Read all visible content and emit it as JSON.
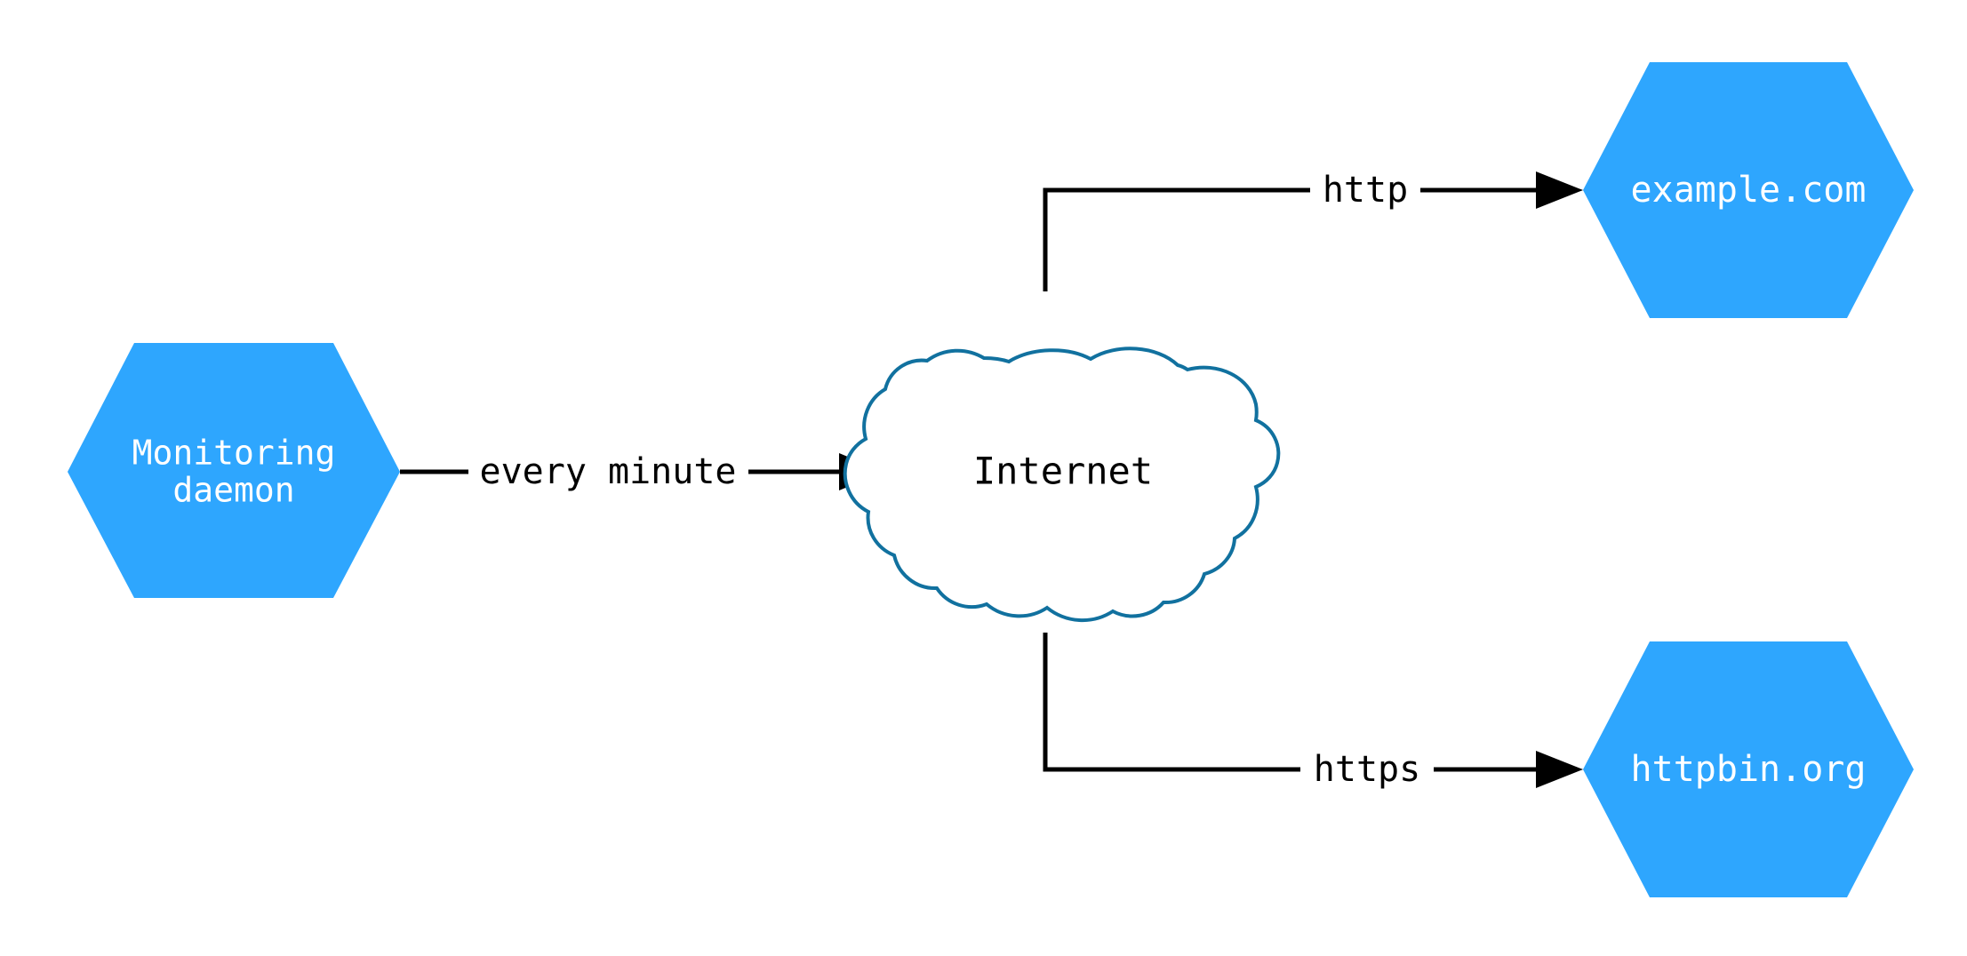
{
  "diagram": {
    "type": "network-flow-diagram",
    "background_color": "#ffffff",
    "node_fill_color": "#2ea6fe",
    "node_text_color": "#ffffff",
    "cloud_stroke_color": "#11719f",
    "cloud_fill_color": "#ffffff",
    "edge_color": "#000000",
    "nodes": [
      {
        "id": "monitoring-daemon",
        "shape": "hexagon",
        "label_line1": "Monitoring",
        "label_line2": "daemon",
        "label": "Monitoring daemon"
      },
      {
        "id": "internet",
        "shape": "cloud",
        "label": "Internet"
      },
      {
        "id": "example-com",
        "shape": "hexagon",
        "label": "example.com"
      },
      {
        "id": "httpbin-org",
        "shape": "hexagon",
        "label": "httpbin.org"
      }
    ],
    "edges": [
      {
        "id": "daemon-to-internet",
        "from": "monitoring-daemon",
        "to": "internet",
        "label": "every minute",
        "arrow": "end"
      },
      {
        "id": "internet-to-example",
        "from": "internet",
        "to": "example-com",
        "label": "http",
        "arrow": "end"
      },
      {
        "id": "internet-to-httpbin",
        "from": "internet",
        "to": "httpbin-org",
        "label": "https",
        "arrow": "end"
      }
    ]
  }
}
